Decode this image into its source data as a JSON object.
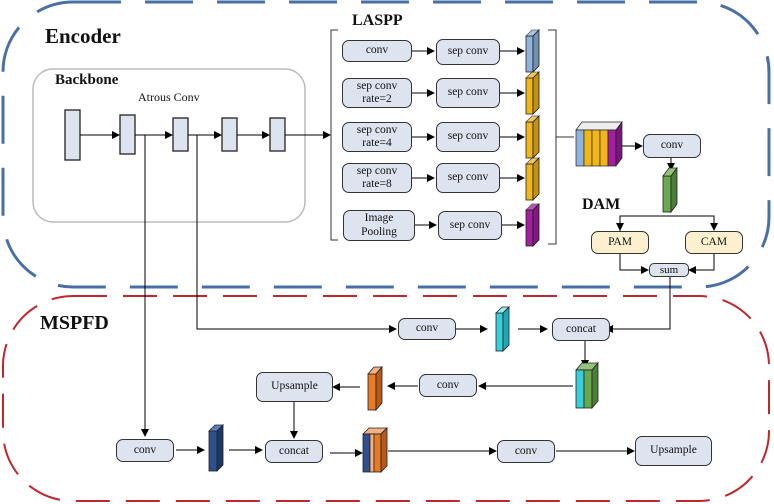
{
  "sections": {
    "encoder": "Encoder",
    "backbone": "Backbone",
    "atrous_conv": "Atrous Conv",
    "laspp": "LASPP",
    "dam": "DAM",
    "mspfd": "MSPFD"
  },
  "laspp": {
    "branches": [
      {
        "input": "conv",
        "output": "sep conv",
        "feature_color": "#8fb4dc"
      },
      {
        "input": "sep conv\nrate=2",
        "output": "sep conv",
        "feature_color": "#f2b619"
      },
      {
        "input": "sep conv\nrate=4",
        "output": "sep conv",
        "feature_color": "#f2b619"
      },
      {
        "input": "sep conv\nrate=8",
        "output": "sep conv",
        "feature_color": "#f2b619"
      },
      {
        "input": "Image\nPooling",
        "output": "sep conv",
        "feature_color": "#a020a0"
      }
    ]
  },
  "dam": {
    "conv": "conv",
    "pam": "PAM",
    "cam": "CAM",
    "sum": "sum",
    "feature_color": "#6aa84f"
  },
  "decoder": {
    "conv1": "conv",
    "concat1": "concat",
    "conv2": "conv",
    "upsample1": "Upsample",
    "conv3": "conv",
    "concat2": "concat",
    "conv4": "conv",
    "upsample2": "Upsample",
    "cyan": "#35d0dc",
    "orange": "#e87a25",
    "navy": "#2f4f8f"
  },
  "colors": {
    "encoder_border": "#4a6fa5",
    "decoder_border": "#c0272d"
  }
}
